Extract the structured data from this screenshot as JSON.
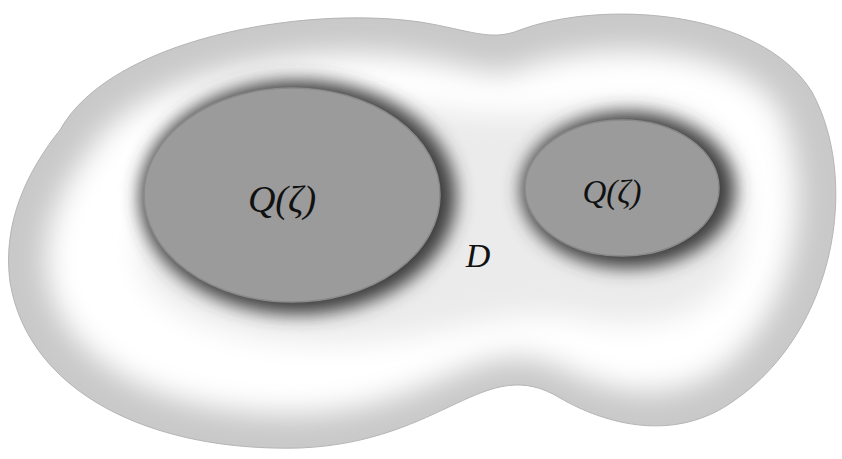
{
  "diagram": {
    "nodes": [
      {
        "text": [
          "D"
        ]
      },
      {
        "text": [
          "Q(ζ)"
        ],
        "in": 0
      },
      {
        "text": [
          "Q(ζ)"
        ],
        "in": 0
      }
    ]
  }
}
